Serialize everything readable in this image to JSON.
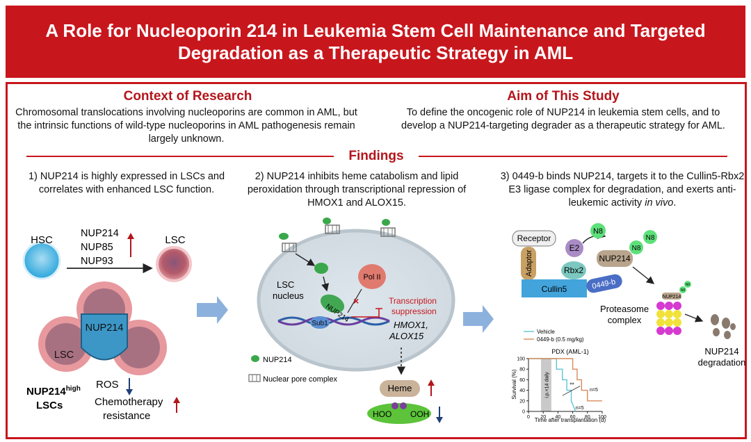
{
  "title": "A Role for Nucleoporin 214 in Leukemia Stem Cell Maintenance and Targeted Degradation as a Therapeutic Strategy in AML",
  "context": {
    "heading": "Context of Research",
    "text": "Chromosomal translocations involving nucleoporins are common in AML, but the intrinsic functions of wild-type nucleoporins in AML pathogenesis remain largely unknown."
  },
  "aim": {
    "heading": "Aim of This Study",
    "text": "To define the oncogenic role of NUP214 in leukemia stem cells, and to develop a NUP214-targeting degrader as a therapeutic strategy for AML."
  },
  "findings_heading": "Findings",
  "panel1": {
    "text": "1) NUP214 is highly expressed in LSCs and correlates with enhanced LSC function.",
    "hsc": "HSC",
    "lsc": "LSC",
    "genes": [
      "NUP214",
      "NUP85",
      "NUP93"
    ],
    "center_label": "NUP214",
    "small_lsc": "LSC",
    "nup_high": "NUP214",
    "high_sup": "high",
    "lscs": "LSCs",
    "ros": "ROS",
    "chemo": "Chemotherapy",
    "resistance": "resistance"
  },
  "panel2": {
    "text": "2) NUP214 inhibits heme catabolism and lipid peroxidation through transcriptional repression of HMOX1 and ALOX15.",
    "nucleus_line1": "LSC",
    "nucleus_line2": "nucleus",
    "polii": "Pol II",
    "nup_on_dna": "NUP214",
    "sub1": "Sub1",
    "supp_line1": "Transcription",
    "supp_line2": "suppression",
    "gene1": "HMOX1,",
    "gene2": "ALOX15",
    "legend_nup": "NUP214",
    "legend_npc": "Nuclear pore complex",
    "heme": "Heme",
    "hoo": "HOO",
    "ooh": "OOH"
  },
  "panel3": {
    "text_a": "3) 0449-b binds NUP214, targets it to the Cullin5-Rbx2 E3 ligase complex for degradation, and exerts anti-leukemic activity ",
    "text_b": "in vivo",
    "text_c": ".",
    "receptor": "Receptor",
    "adaptor": "Adaptor",
    "cullin": "Cullin5",
    "e2": "E2",
    "rbx2": "Rbx2",
    "nup": "NUP214",
    "degrader": "0449-b",
    "n8": "N8",
    "proteasome_line1": "Proteasome",
    "proteasome_line2": "complex",
    "prot_nup": "NUP214",
    "degradation_line1": "NUP214",
    "degradation_line2": "degradation"
  },
  "chart_data": {
    "type": "line",
    "title": "PDX (AML-1)",
    "xlabel": "Time after transplantation (d)",
    "ylabel": "Survival (%)",
    "xlim": [
      0,
      100
    ],
    "ylim": [
      0,
      100
    ],
    "xticks": [
      0,
      20,
      40,
      60,
      80,
      100
    ],
    "yticks": [
      0,
      20,
      40,
      60,
      80,
      100
    ],
    "series": [
      {
        "name": "Vehicle",
        "color": "#5fc3d6",
        "x": [
          0,
          38,
          38,
          46,
          46,
          52,
          52,
          58,
          58,
          64
        ],
        "y": [
          100,
          100,
          80,
          80,
          60,
          60,
          40,
          40,
          20,
          0
        ]
      },
      {
        "name": "0449-b (0.5 mg/kg)",
        "color": "#d98a5c",
        "x": [
          0,
          60,
          60,
          66,
          66,
          72,
          72,
          80,
          80,
          100
        ],
        "y": [
          100,
          100,
          80,
          80,
          60,
          60,
          40,
          40,
          20,
          20
        ]
      }
    ],
    "treatment_label": "i.p.×14 daily",
    "treatment_window": [
      17,
      31
    ],
    "annotations": [
      "n=5",
      "n=5",
      "**"
    ]
  },
  "colors": {
    "accent": "#c8161d",
    "heading": "#b3151b"
  }
}
